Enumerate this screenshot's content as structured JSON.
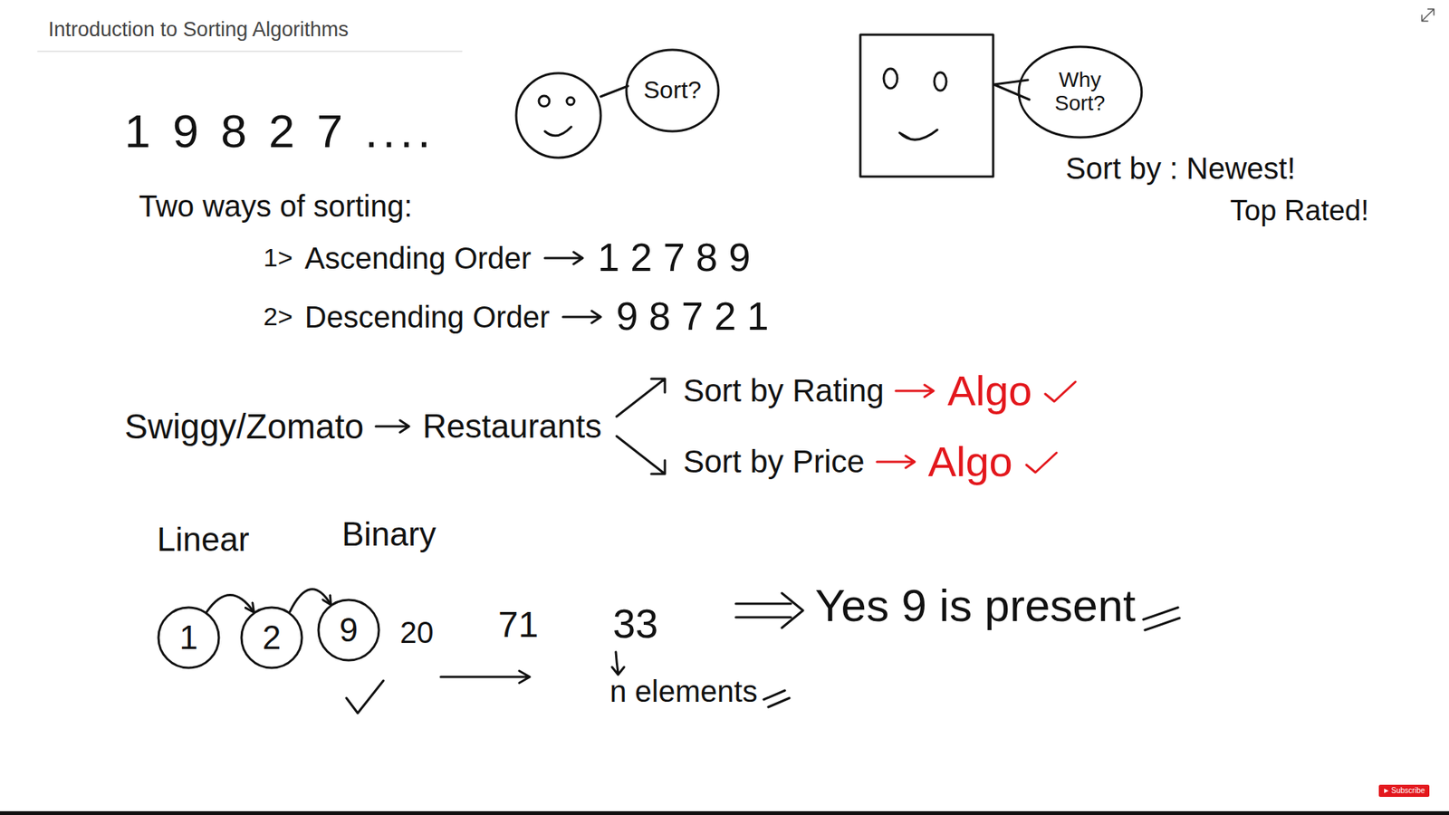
{
  "diagram": {
    "title": "Introduction to Sorting Algorithms",
    "nodes": [
      {
        "text": [
          "Sort?"
        ]
      },
      {
        "text": [
          "Why Sort?"
        ]
      },
      {
        "text": [
          "1"
        ]
      },
      {
        "text": [
          "2"
        ]
      },
      {
        "text": [
          "9"
        ]
      }
    ],
    "edges": [
      {
        "from": 2,
        "to": 3,
        "arrow": "to"
      },
      {
        "from": 3,
        "to": 4,
        "arrow": "to"
      }
    ],
    "labels": [
      "1 9 8 2 7 ....",
      "Two ways of sorting:",
      "1>",
      "Ascending Order",
      "1 2 7 8 9",
      "2>",
      "Descending Order",
      "9 8 7 2 1",
      "Sort by : Newest!",
      "Top Rated!",
      "Swiggy/Zomato",
      "Restaurants",
      "Sort by Rating",
      "Algo",
      "Sort by Price",
      "Algo",
      "Linear",
      "Binary",
      "20",
      "71",
      "33",
      "Yes 9 is present",
      "n elements",
      "Subscribe"
    ]
  }
}
